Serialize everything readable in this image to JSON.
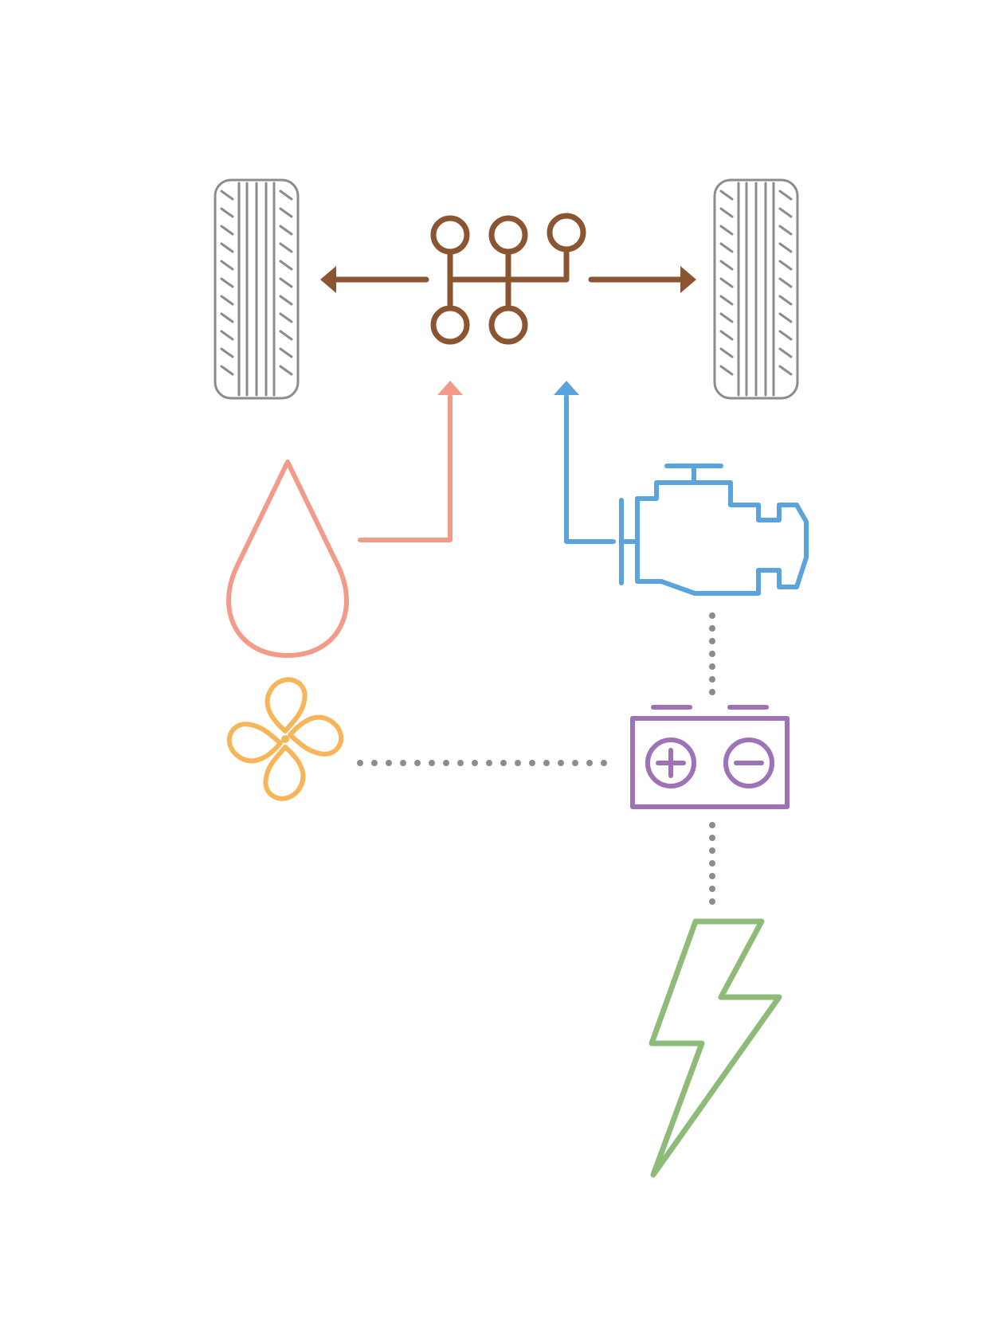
{
  "diagram": {
    "type": "powertrain-icon-diagram",
    "nodes": [
      {
        "id": "left-wheel",
        "icon": "tire-icon",
        "color": "#8c8c8c"
      },
      {
        "id": "right-wheel",
        "icon": "tire-icon",
        "color": "#8c8c8c"
      },
      {
        "id": "transmission",
        "icon": "gear-shift-icon",
        "color": "#8a5530"
      },
      {
        "id": "fuel",
        "icon": "fuel-drop-icon",
        "color": "#f19b88"
      },
      {
        "id": "engine",
        "icon": "engine-icon",
        "color": "#5aa3dc"
      },
      {
        "id": "cooling-fan",
        "icon": "fan-icon",
        "color": "#f7b55a"
      },
      {
        "id": "battery",
        "icon": "battery-icon",
        "color": "#9d72b7"
      },
      {
        "id": "electricity",
        "icon": "lightning-icon",
        "color": "#8fbb78"
      }
    ],
    "connections": [
      {
        "from": "transmission",
        "to": "left-wheel",
        "style": "arrow",
        "color": "#8a5530"
      },
      {
        "from": "transmission",
        "to": "right-wheel",
        "style": "arrow",
        "color": "#8a5530"
      },
      {
        "from": "fuel",
        "to": "transmission",
        "style": "arrow",
        "color": "#f19b88"
      },
      {
        "from": "engine",
        "to": "transmission",
        "style": "arrow",
        "color": "#5aa3dc"
      },
      {
        "from": "engine",
        "to": "battery",
        "style": "dotted",
        "color": "#8c8c8c"
      },
      {
        "from": "cooling-fan",
        "to": "battery",
        "style": "dotted",
        "color": "#8c8c8c"
      },
      {
        "from": "battery",
        "to": "electricity",
        "style": "dotted",
        "color": "#8c8c8c"
      }
    ]
  }
}
